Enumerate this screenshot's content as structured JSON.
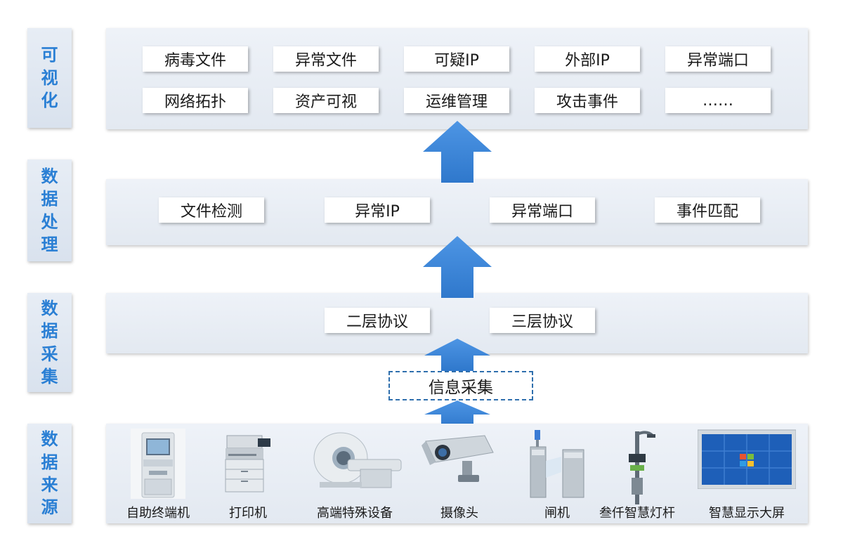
{
  "layers": {
    "visualization": "可视化",
    "processing": "数据处理",
    "collection": "数据采集",
    "source": "数据来源"
  },
  "visualization_items": [
    "病毒文件",
    "异常文件",
    "可疑IP",
    "外部IP",
    "异常端口",
    "网络拓扑",
    "资产可视",
    "运维管理",
    "攻击事件",
    "……"
  ],
  "processing_items": [
    "文件检测",
    "异常IP",
    "异常端口",
    "事件匹配"
  ],
  "collection_items": [
    "二层协议",
    "三层协议"
  ],
  "info_collect": "信息采集",
  "devices": [
    "自助终端机",
    "打印机",
    "高端特殊设备",
    "摄像头",
    "闸机",
    "叁仟智慧灯杆",
    "智慧显示大屏"
  ],
  "colors": {
    "arrow": "#3d86d8",
    "label_text": "#2a7fd4",
    "dashed_border": "#2f6fad"
  },
  "icons": [
    "self-service-kiosk-icon",
    "printer-icon",
    "mri-scanner-icon",
    "security-camera-icon",
    "turnstile-gate-icon",
    "smart-lamp-pole-icon",
    "display-wall-icon"
  ]
}
